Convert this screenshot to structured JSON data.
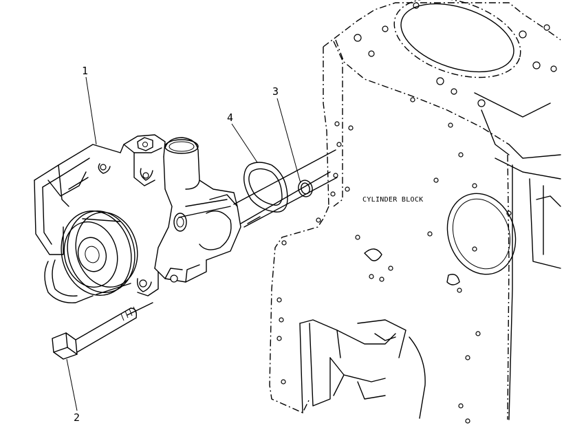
{
  "callouts": {
    "pump": "1",
    "bolt": "2",
    "o_ring": "3",
    "gasket": "4"
  },
  "labels": {
    "cylinder_block": "CYLINDER BLOCK"
  }
}
